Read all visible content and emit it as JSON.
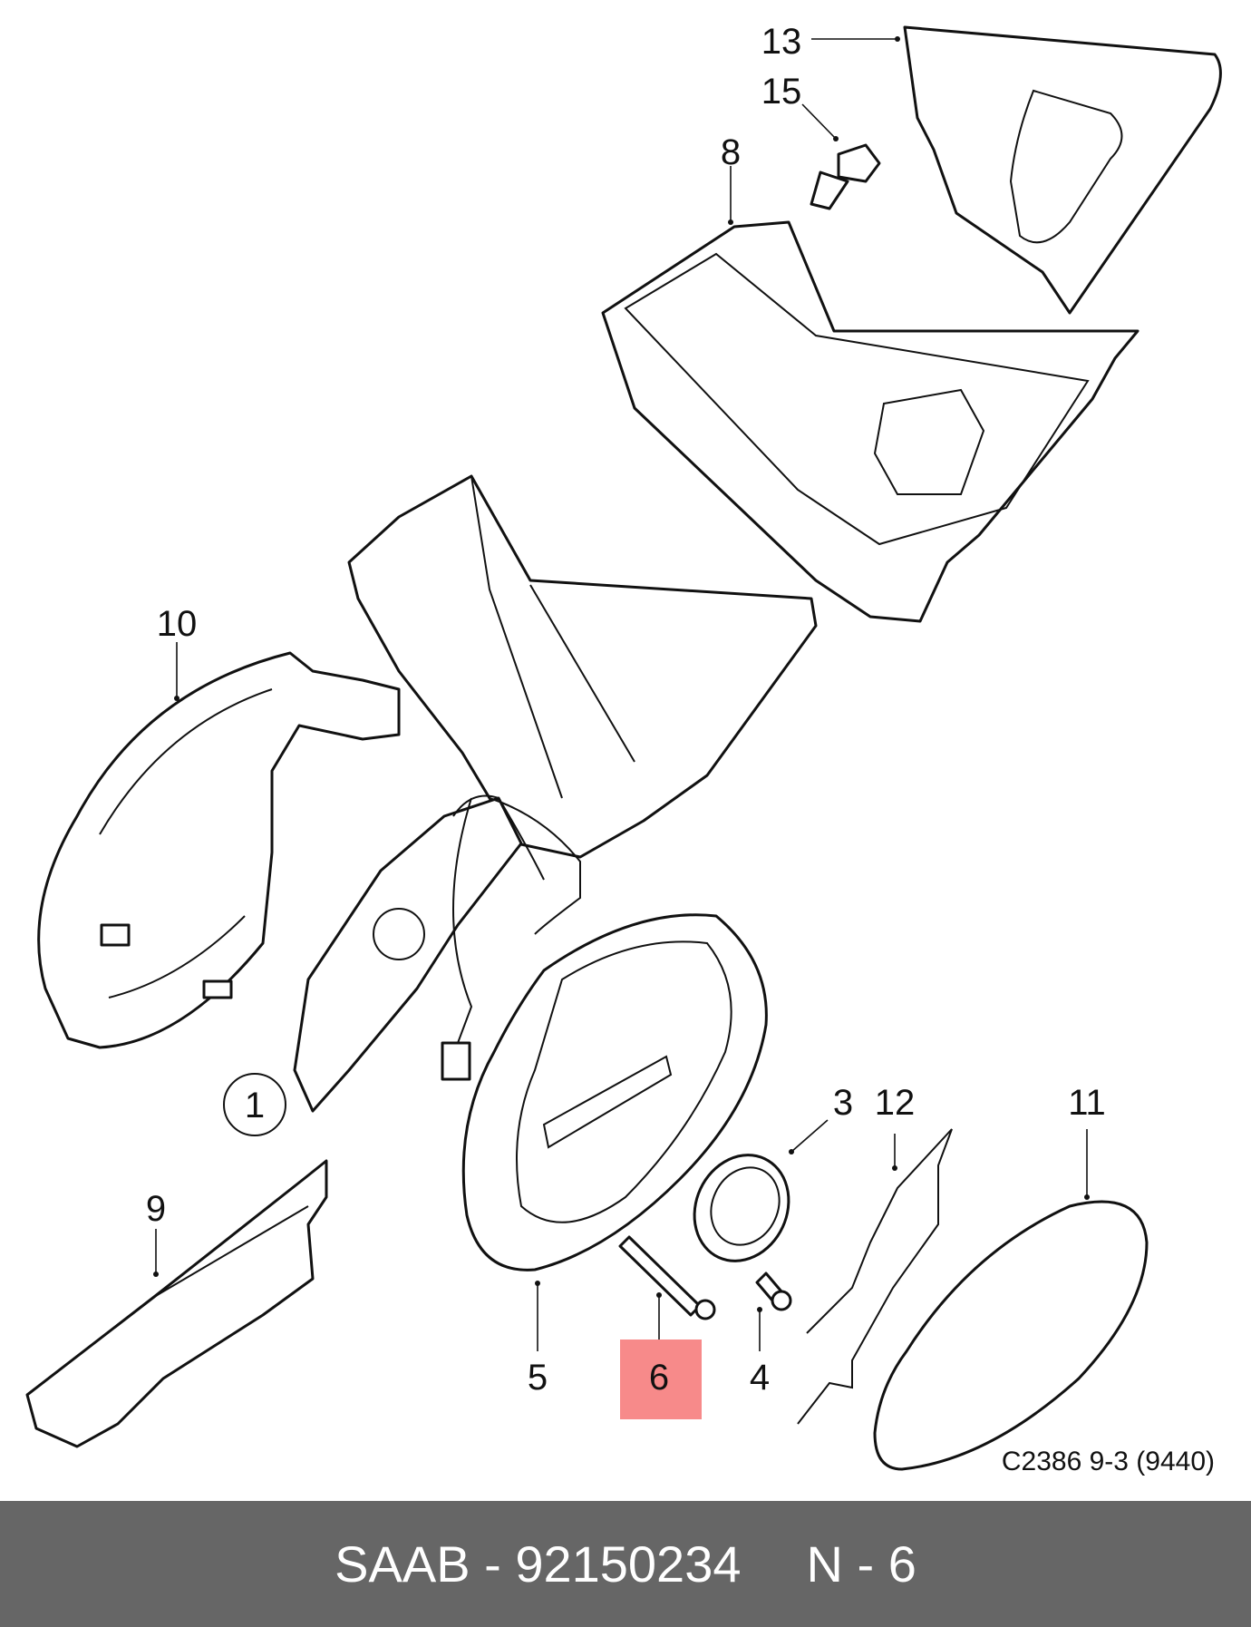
{
  "diagram": {
    "ref_code": "C2386 9-3 (9440)",
    "highlighted_callout": "6",
    "callouts": [
      "13",
      "15",
      "8",
      "10",
      "1",
      "3",
      "12",
      "11",
      "9",
      "5",
      "6",
      "4"
    ]
  },
  "footer": {
    "part_label": "SAAB - 92150234",
    "position_label": "N - 6"
  }
}
